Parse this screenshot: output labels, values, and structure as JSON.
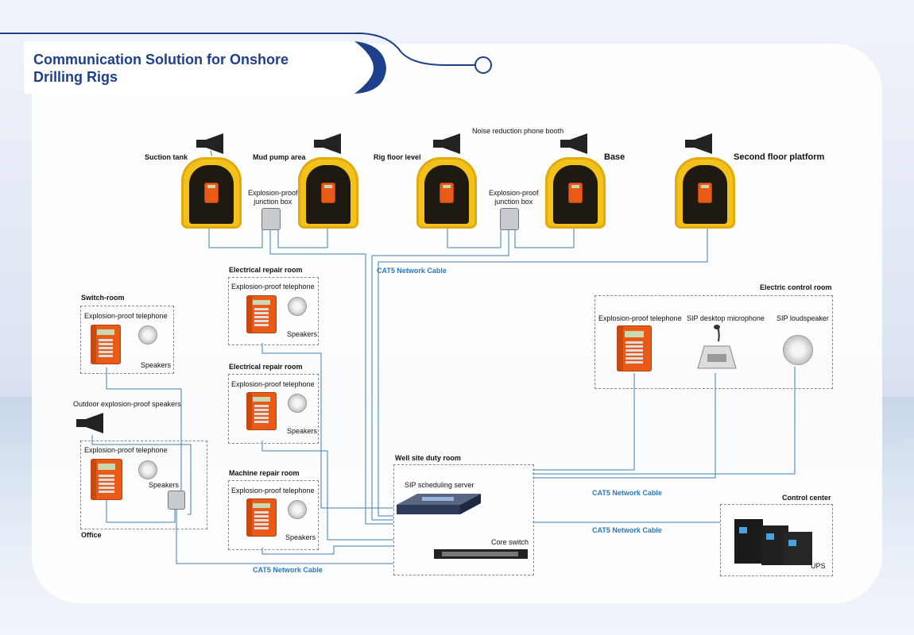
{
  "title": "Communication Solution for Onshore Drilling Rigs",
  "colors": {
    "title": "#1d3f8c",
    "cable": "#2a79b8",
    "booth": "#f3c21a",
    "phone": "#e85a16"
  },
  "booths": {
    "suction_tank": "Suction tank",
    "mud_pump": "Mud pump area",
    "rig_floor": "Rig floor level",
    "base": "Base",
    "second_floor": "Second floor platform",
    "noise_booth": "Noise reduction phone booth"
  },
  "junction_box": "Explosion-proof\njunction box",
  "cable": "CAT5 Network Cable",
  "rooms": {
    "electrical_repair": "Electrical repair room",
    "machine_repair": "Machine repair room",
    "switch_room": "Switch-room",
    "office": "Office",
    "electric_control": "Electric control room",
    "well_site": "Well site duty room",
    "control_center": "Control center"
  },
  "devices": {
    "telephone": "Explosion-proof telephone",
    "speakers": "Speakers",
    "outdoor_speakers": "Outdoor explosion-proof speakers",
    "sip_mic": "SIP desktop microphone",
    "sip_loudspeaker": "SIP loudspeaker",
    "sip_server": "SIP scheduling server",
    "core_switch": "Core switch",
    "ups": "UPS"
  }
}
